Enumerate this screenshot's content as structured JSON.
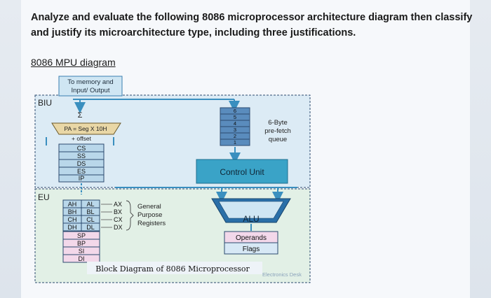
{
  "question": {
    "line1": "Analyze and evaluate the following 8086 microprocessor architecture diagram then classify",
    "line2": "and justify its microarchitecture type, including three justifications."
  },
  "diagram_link": "8086 MPU diagram",
  "diagram": {
    "io_box": [
      "To memory and",
      "Input/ Output"
    ],
    "biu_label": "BIU",
    "eu_label": "EU",
    "sigma": "Σ",
    "pa_formula": "PA = Seg X 10H",
    "offset": "+ offset",
    "segment_regs": [
      "CS",
      "SS",
      "DS",
      "ES",
      "IP"
    ],
    "queue_slots": [
      "6",
      "5",
      "4",
      "3",
      "2",
      "1"
    ],
    "queue_label": [
      "6-Byte",
      "pre-fetch",
      "queue"
    ],
    "control_unit": "Control Unit",
    "general_regs": [
      {
        "h": "AH",
        "l": "AL",
        "x": "AX"
      },
      {
        "h": "BH",
        "l": "BL",
        "x": "BX"
      },
      {
        "h": "CH",
        "l": "CL",
        "x": "CX"
      },
      {
        "h": "DH",
        "l": "DL",
        "x": "DX"
      }
    ],
    "gp_label": [
      "General",
      "Purpose",
      "Registers"
    ],
    "pointer_regs": [
      "SP",
      "BP",
      "SI",
      "DI"
    ],
    "alu": "ALU",
    "operands": "Operands",
    "flags": "Flags",
    "caption": "Block Diagram of 8086 Microprocessor",
    "watermark": "Electronics Desk"
  },
  "colors": {
    "biu_fill": "#dcebf5",
    "eu_fill": "#e2f0e6",
    "control_unit": "#3aa3c7",
    "alu": "#2a6fa8",
    "register_fill": "#b9d7ea",
    "queue_fill": "#5a8cbd",
    "operands_fill": "#f3d8ea"
  }
}
